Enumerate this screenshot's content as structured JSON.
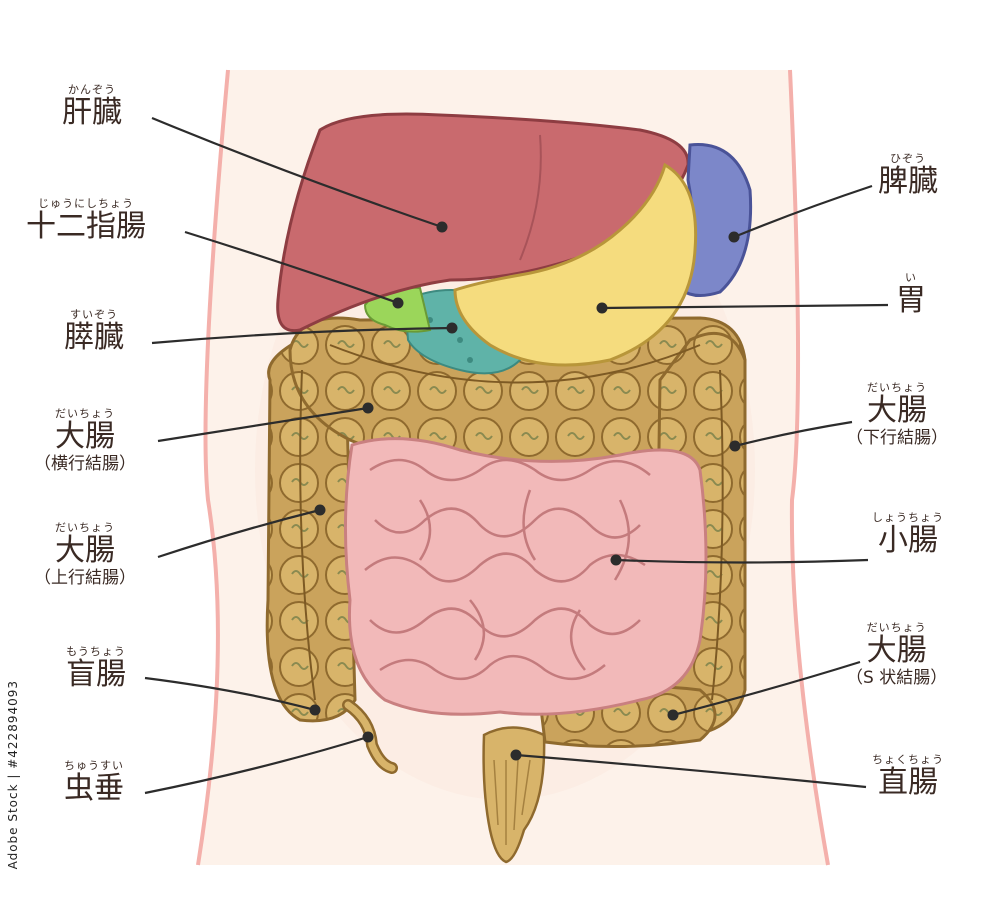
{
  "labels": {
    "liver": {
      "ruby": "かんぞう",
      "name": "肝臓"
    },
    "duodenum": {
      "ruby": "じゅうにしちょう",
      "name": "十二指腸"
    },
    "pancreas": {
      "ruby": "すいぞう",
      "name": "膵臓"
    },
    "transverse_colon": {
      "ruby": "だいちょう",
      "name": "大腸",
      "sub": "（横行結腸）"
    },
    "ascending_colon": {
      "ruby": "だいちょう",
      "name": "大腸",
      "sub": "（上行結腸）"
    },
    "cecum": {
      "ruby": "もうちょう",
      "name": "盲腸"
    },
    "appendix": {
      "ruby": "ちゅうすい",
      "name": "虫垂"
    },
    "spleen": {
      "ruby": "ひぞう",
      "name": "脾臓"
    },
    "stomach": {
      "ruby": "い",
      "name": "胃"
    },
    "descending_colon": {
      "ruby": "だいちょう",
      "name": "大腸",
      "sub": "（下行結腸）"
    },
    "small_intestine": {
      "ruby": "しょうちょう",
      "name": "小腸"
    },
    "sigmoid_colon": {
      "ruby": "だいちょう",
      "name": "大腸",
      "sub": "（S 状結腸）"
    },
    "rectum": {
      "ruby": "ちょくちょう",
      "name": "直腸"
    }
  },
  "watermark": "Adobe Stock | #422894093",
  "colors": {
    "liver": "#c96a6e",
    "stomach": "#f5dc7e",
    "spleen": "#7c87c9",
    "pancreas": "#5fb3a8",
    "duodenum": "#9bd65a",
    "colon": "#c9a35a",
    "small_intestine": "#f2b9b9",
    "skin": "#fdf2ea",
    "body_outline": "#f4b0ab",
    "leader": "#2c2c2c",
    "text": "#3a2a24"
  }
}
